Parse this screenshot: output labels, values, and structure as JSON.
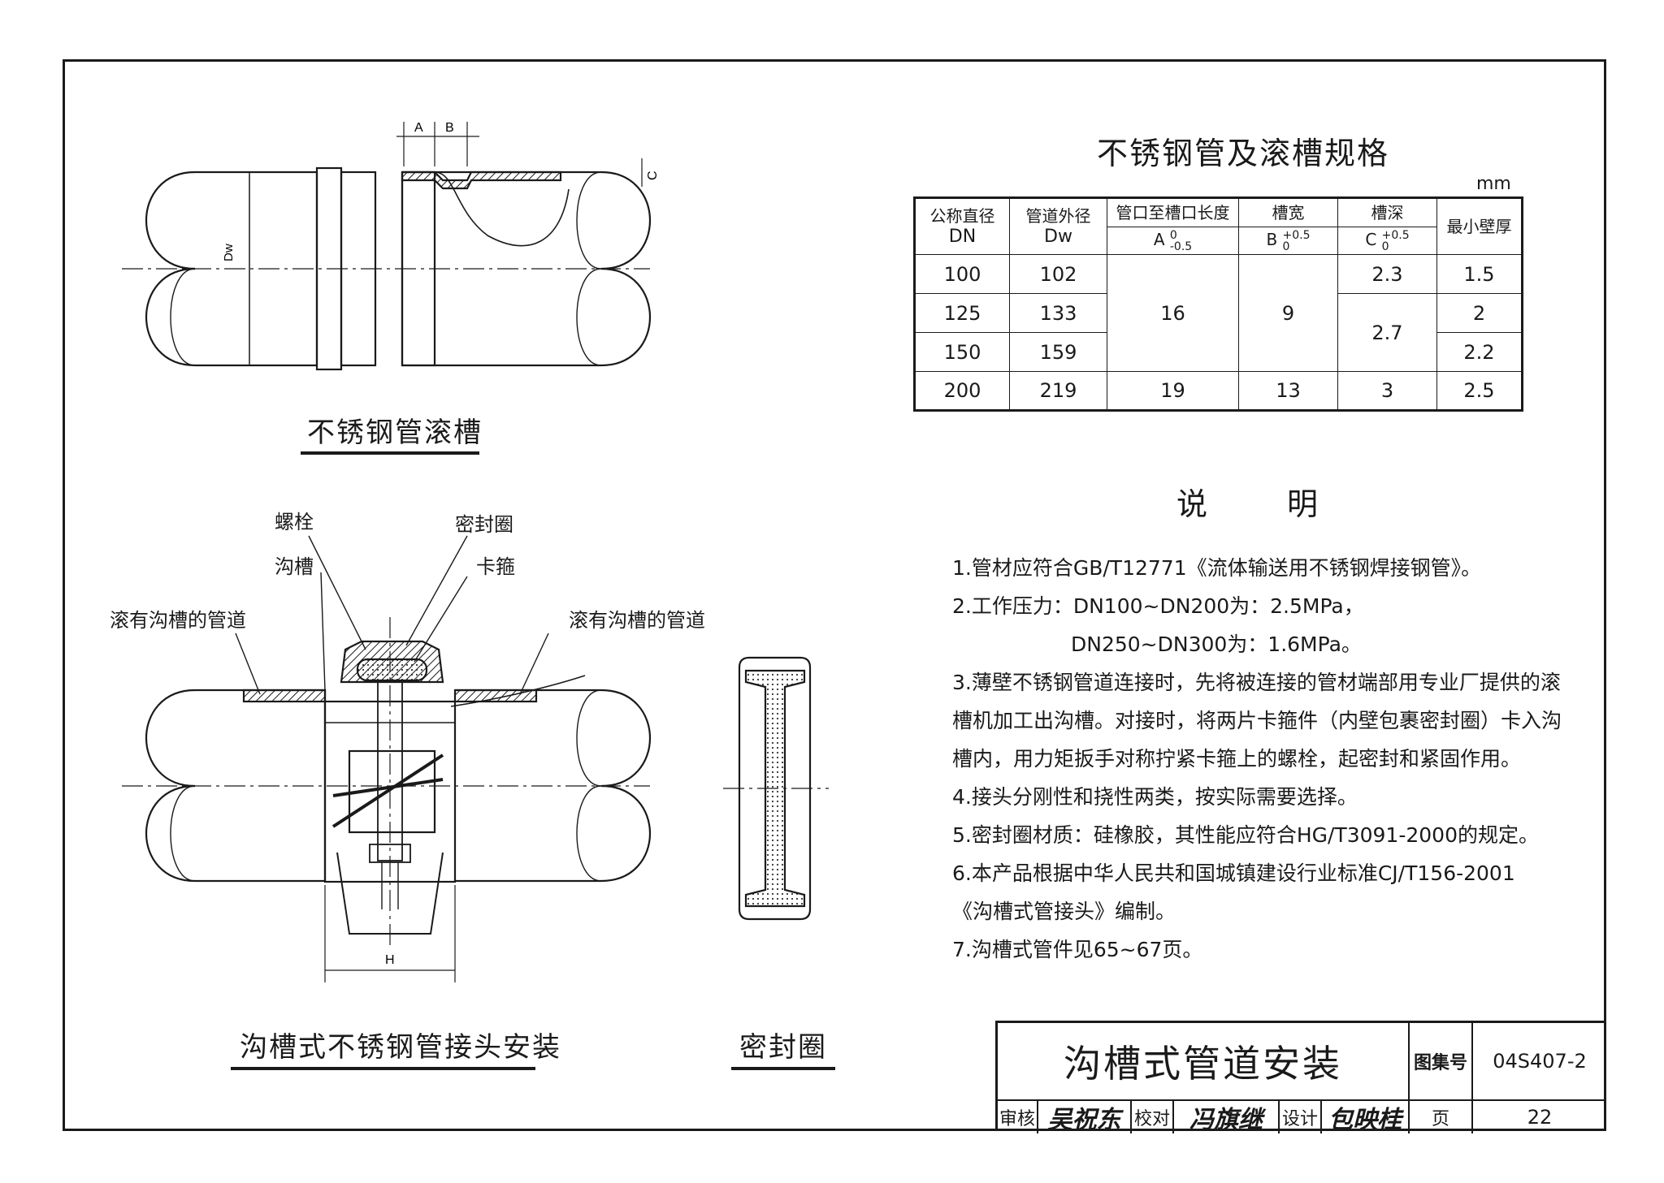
{
  "drawings": {
    "groove_caption": "不锈钢管滚槽",
    "dim_a": "A",
    "dim_b": "B",
    "dim_c": "C",
    "dim_dw": "Dw",
    "joint_caption": "沟槽式不锈钢管接头安装",
    "label_bolt": "螺栓",
    "label_groove": "沟槽",
    "label_seal": "密封圈",
    "label_clamp": "卡箍",
    "label_pipe_left": "滚有沟槽的管道",
    "label_pipe_right": "滚有沟槽的管道",
    "dim_h": "H",
    "seal_caption": "密封圈"
  },
  "spec_table": {
    "title": "不锈钢管及滚槽规格",
    "unit": "mm",
    "headers": {
      "dn": "公称直径",
      "dn_sym": "DN",
      "dw": "管道外径",
      "dw_sym": "Dw",
      "a": "管口至槽口长度",
      "a_sym": "A",
      "a_tol_upper": "0",
      "a_tol_lower": "-0.5",
      "b": "槽宽",
      "b_sym": "B",
      "b_tol_upper": "+0.5",
      "b_tol_lower": "0",
      "c": "槽深",
      "c_sym": "C",
      "c_tol_upper": "+0.5",
      "c_tol_lower": "0",
      "wall": "最小壁厚"
    },
    "rows": [
      {
        "dn": "100",
        "dw": "102",
        "c": "2.3",
        "wall": "1.5"
      },
      {
        "dn": "125",
        "dw": "133",
        "wall": "2"
      },
      {
        "dn": "150",
        "dw": "159",
        "wall": "2.2"
      },
      {
        "dn": "200",
        "dw": "219",
        "a": "19",
        "b": "13",
        "c": "3",
        "wall": "2.5"
      }
    ],
    "merged": {
      "a_small": "16",
      "b_small": "9",
      "c_mid": "2.7"
    }
  },
  "notes": {
    "title": "说　明",
    "items": [
      "1.管材应符合GB/T12771《流体输送用不锈钢焊接钢管》。",
      "2.工作压力：DN100~DN200为：2.5MPa，",
      "DN250~DN300为：1.6MPa。",
      "3.薄壁不锈钢管道连接时，先将被连接的管材端部用专业厂提供的滚",
      "槽机加工出沟槽。对接时，将两片卡箍件（内壁包裹密封圈）卡入沟",
      "槽内，用力矩扳手对称拧紧卡箍上的螺栓，起密封和紧固作用。",
      "4.接头分刚性和挠性两类，按实际需要选择。",
      "5.密封圈材质：硅橡胶，其性能应符合HG/T3091-2000的规定。",
      "6.本产品根据中华人民共和国城镇建设行业标准CJ/T156-2001",
      "《沟槽式管接头》编制。",
      "7.沟槽式管件见65~67页。"
    ]
  },
  "title_block": {
    "title": "沟槽式管道安装",
    "atlas_label": "图集号",
    "atlas_no": "04S407-2",
    "page_label": "页",
    "page_no": "22",
    "review_label": "审核",
    "review_sig": "吴祝东",
    "check_label": "校对",
    "check_sig": "冯旗继",
    "design_label": "设计",
    "design_sig": "包映桂"
  }
}
